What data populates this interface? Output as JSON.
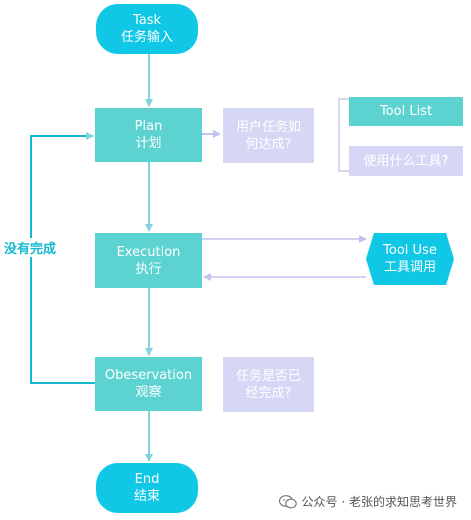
{
  "nodes": {
    "task": {
      "en": "Task",
      "zh": "任务输入"
    },
    "plan": {
      "en": "Plan",
      "zh": "计划"
    },
    "execution": {
      "en": "Execution",
      "zh": "执行"
    },
    "observation": {
      "en": "Obeservation",
      "zh": "观察"
    },
    "end": {
      "en": "End",
      "zh": "结束"
    }
  },
  "notes": {
    "plan_question": [
      "用户任务如",
      "何达成?"
    ],
    "tool_list": "Tool List",
    "tool_question": "使用什么工具?",
    "observation_question": [
      "任务是否已",
      "经完成?"
    ]
  },
  "tool_use": {
    "en": "Tool Use",
    "zh": "工具调用"
  },
  "loop_label": "没有完成",
  "watermark": "公众号 · 老张的求知思考世界",
  "colors": {
    "terminal": "#10c8e6",
    "process": "#5cd3d1",
    "note": "#d6d6f5",
    "arrow": "#7fd4de",
    "loop": "#15b9cf"
  }
}
